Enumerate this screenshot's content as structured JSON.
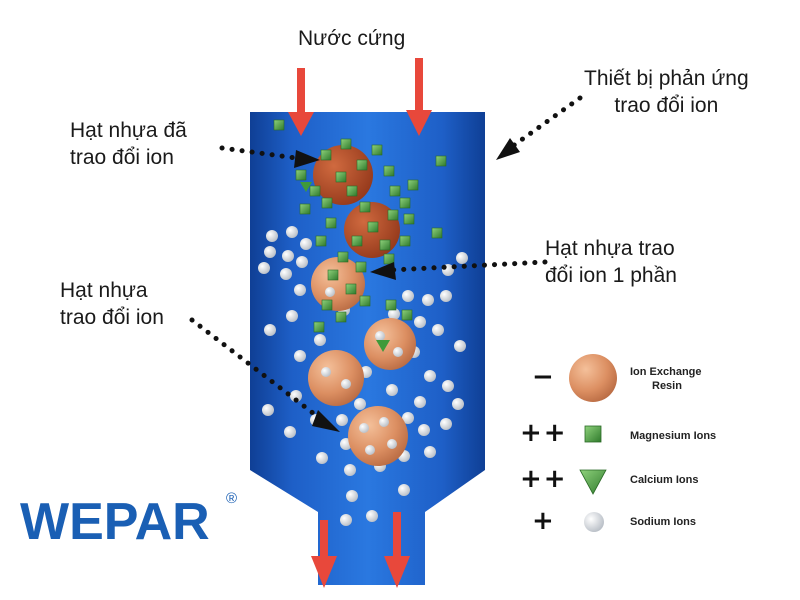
{
  "title": "Nước cứng",
  "labels": {
    "device": "Thiết bị phản ứng trao đổi ion",
    "device_line1": "Thiết bị phản ứng",
    "device_line2": "trao đổi ion",
    "exchanged_line1": "Hạt nhựa đã",
    "exchanged_line2": "trao đổi ion",
    "partial_line1": "Hạt nhựa trao",
    "partial_line2": "đổi ion 1 phần",
    "resin_line1": "Hạt nhựa",
    "resin_line2": "trao đổi ion"
  },
  "legend": [
    {
      "sign": "−",
      "label_line1": "Ion Exchange",
      "label_line2": "Resin",
      "icon": "resin-bead-icon"
    },
    {
      "sign": "++",
      "label_line1": "Magnesium Ions",
      "label_line2": "",
      "icon": "magnesium-ion-icon"
    },
    {
      "sign": "++",
      "label_line1": "Calcium Ions",
      "label_line2": "",
      "icon": "calcium-ion-icon"
    },
    {
      "sign": "+",
      "label_line1": "Sodium Ions",
      "label_line2": "",
      "icon": "sodium-ion-icon"
    }
  ],
  "brand": {
    "name": "WEPAR",
    "mark": "®"
  },
  "colors": {
    "vessel": "#1d63c9",
    "arrow": "#e8483b",
    "resin_full": "#b8502e",
    "resin_plain": "#d88a5c",
    "magnesium": "#3f9a3a",
    "sodium": "#d9dde2",
    "brand": "#1a5fb4"
  }
}
